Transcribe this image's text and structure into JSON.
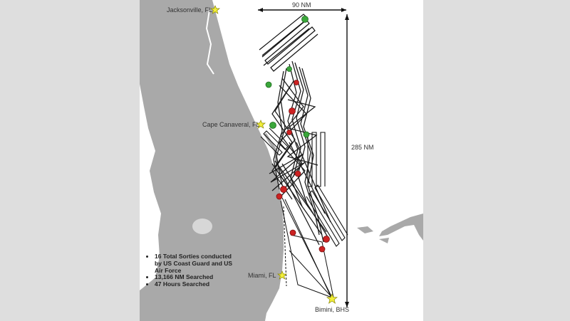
{
  "map": {
    "cities": [
      {
        "name": "Jacksonville, FL"
      },
      {
        "name": "Cape Canaveral, FL"
      },
      {
        "name": "Miami, FL"
      },
      {
        "name": "Bimini, BHS"
      }
    ],
    "distances": {
      "horizontal": "90 NM",
      "vertical": "285 NM"
    },
    "stats": [
      "16 Total Sorties conducted by US Coast Guard and US Air Force",
      "13,166 NM Searched",
      "47 Hours Searched"
    ],
    "colors": {
      "land": "#a9a9a9",
      "water": "#ffffff",
      "track": "#111111",
      "start_marker": "#3aa63a",
      "end_marker": "#cc2222",
      "city_star": "#f2ef3a"
    },
    "icons": [
      "star-icon",
      "green-circle-marker",
      "red-circle-marker"
    ]
  }
}
